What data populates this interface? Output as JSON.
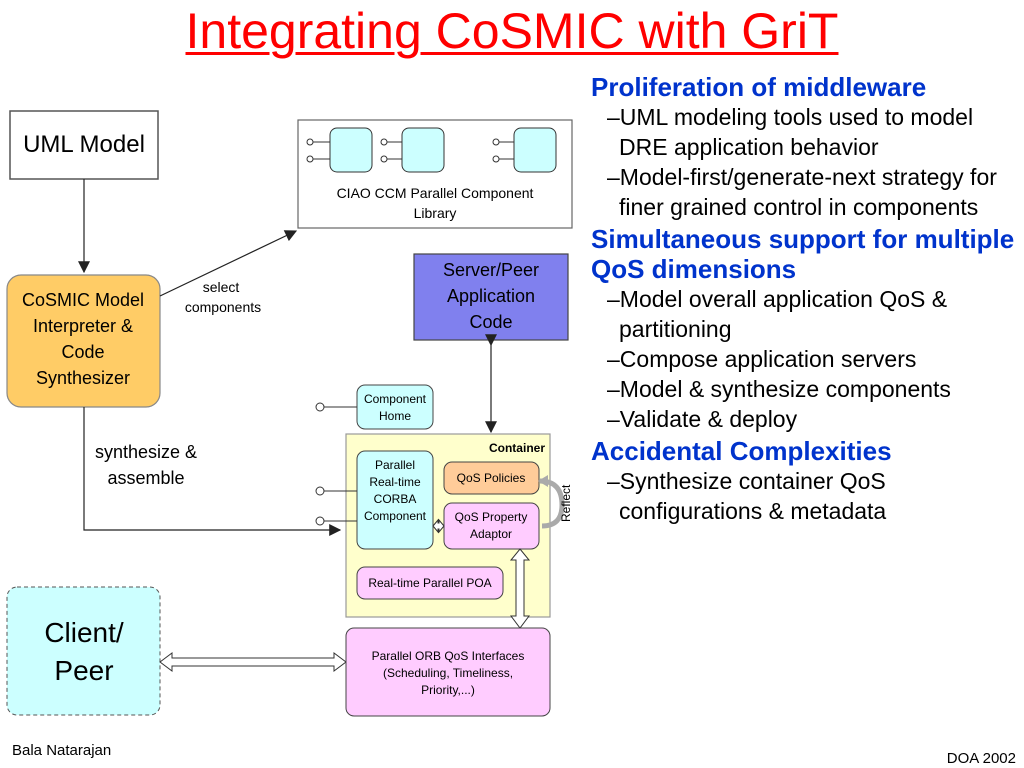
{
  "title": "Integrating CoSMIC with GriT",
  "diagram": {
    "uml_model": "UML Model",
    "ciao_library": [
      "CIAO CCM Parallel Component",
      "Library"
    ],
    "select_label": [
      "select",
      "components"
    ],
    "cosmic_interpreter": [
      "CoSMIC Model",
      "Interpreter &",
      "Code",
      "Synthesizer"
    ],
    "server_peer": [
      "Server/Peer",
      "Application",
      "Code"
    ],
    "component_home": [
      "Component",
      "Home"
    ],
    "synthesize_label": [
      "synthesize &",
      "assemble"
    ],
    "container_label": "Container",
    "parallel_component": [
      "Parallel",
      "Real-time",
      "CORBA",
      "Component"
    ],
    "qos_policies": "QoS Policies",
    "qos_adaptor": [
      "QoS Property",
      "Adaptor"
    ],
    "reflect_label": "Reflect",
    "rt_poa": "Real-time Parallel POA",
    "client_peer": [
      "Client/",
      "Peer"
    ],
    "orb_qos": [
      "Parallel ORB QoS Interfaces",
      "(Scheduling, Timeliness,",
      "Priority,...)"
    ]
  },
  "sections": [
    {
      "heading": "Proliferation of middleware",
      "items": [
        "–UML modeling tools used to model DRE application behavior",
        "–Model-first/generate-next strategy for finer grained control in components"
      ]
    },
    {
      "heading": "Simultaneous support for multiple QoS dimensions",
      "items": [
        "–Model overall application QoS & partitioning",
        "–Compose application servers",
        "–Model & synthesize components",
        "–Validate & deploy"
      ]
    },
    {
      "heading": "Accidental Complexities",
      "items": [
        "–Synthesize container QoS configurations & metadata"
      ]
    }
  ],
  "footer": {
    "left": "Bala Natarajan",
    "right": "DOA 2002"
  },
  "colors": {
    "title": "#ff0000",
    "heading": "#0033cc",
    "orange": "#ffcc66",
    "cyan": "#ccffff",
    "purple": "#8080ee",
    "pink": "#ffccff",
    "yellow": "#ffffcc"
  }
}
